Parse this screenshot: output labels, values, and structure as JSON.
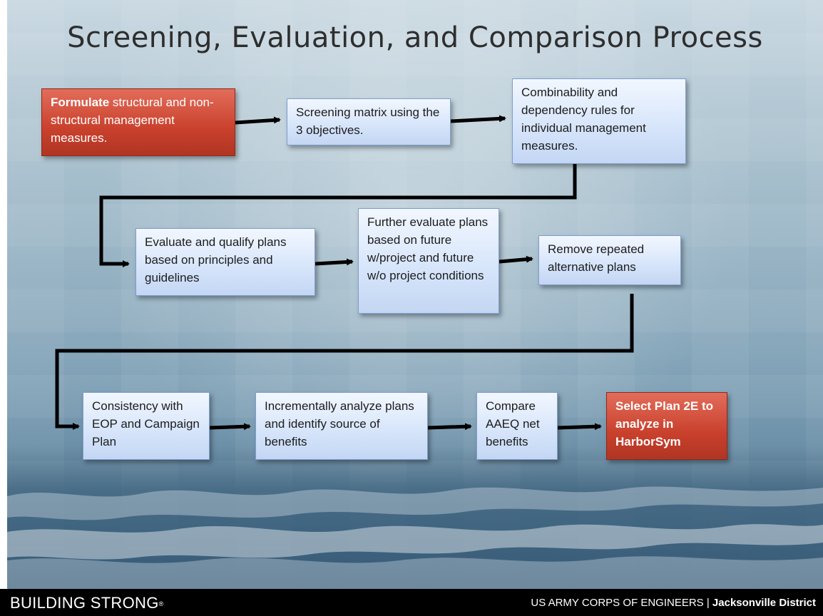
{
  "slide": {
    "title": "Screening, Evaluation, and Comparison Process"
  },
  "boxes": {
    "formulate": {
      "lead": "Formulate",
      "rest": " structural and non-structural management measures."
    },
    "screening": "Screening matrix using the 3 objectives.",
    "combinability": "Combinability and dependency  rules for individual management measures.",
    "evaluate": "Evaluate and qualify plans based on principles and guidelines",
    "further": "Further evaluate plans based on future w/project and future w/o project conditions",
    "remove": "Remove repeated alternative plans",
    "consistency": "Consistency with EOP and Campaign Plan",
    "incrementally": "Incrementally analyze plans and identify source of benefits",
    "compare": "Compare AAEQ net benefits",
    "select": "Select Plan 2E to analyze in HarborSym"
  },
  "footer": {
    "left": "BUILDING STRONG",
    "left_mark": "®",
    "right_org": "US ARMY CORPS OF ENGINEERS | ",
    "right_district": "Jacksonville District"
  },
  "colors": {
    "process_box": "#d8e6fb",
    "highlight_box": "#c9412d",
    "arrow": "#000000",
    "footer_bg": "#000000"
  }
}
